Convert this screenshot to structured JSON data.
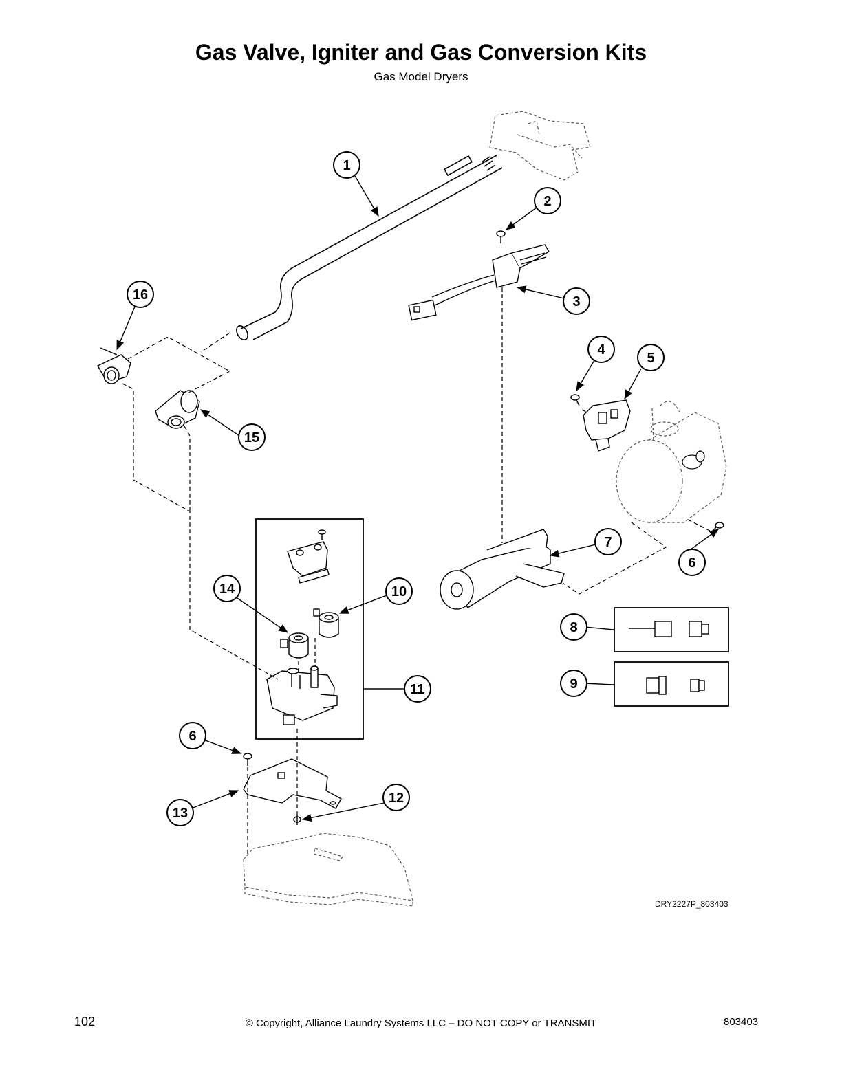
{
  "header": {
    "title": "Gas Valve, Igniter and Gas Conversion Kits",
    "subtitle": "Gas Model Dryers"
  },
  "diagram": {
    "figure_id": "DRY2227P_803403",
    "callouts": [
      "1",
      "2",
      "3",
      "4",
      "5",
      "6",
      "7",
      "8",
      "9",
      "10",
      "11",
      "12",
      "13",
      "14",
      "15",
      "16"
    ]
  },
  "footer": {
    "page_number": "102",
    "copyright": "© Copyright, Alliance Laundry Systems LLC – DO NOT COPY or TRANSMIT",
    "doc_number": "803403"
  }
}
